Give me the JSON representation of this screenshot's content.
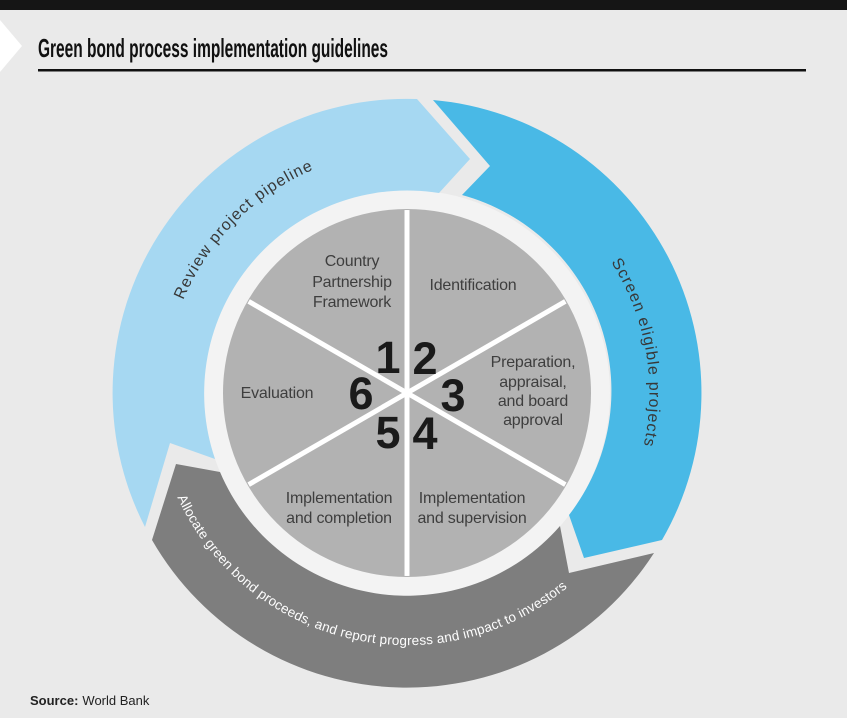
{
  "title": "Green bond process implementation guidelines",
  "source": {
    "label": "Source:",
    "value": "World Bank"
  },
  "colors": {
    "background": "#eaeaea",
    "top_bar": "#151515",
    "ring": "#f3f3f3",
    "wheel": "#b2b2b2",
    "arc_review": "#a6d8f2",
    "arc_screen": "#49b9e6",
    "arc_allocate": "#7e7e7e"
  },
  "diagram": {
    "outer_ring": [
      {
        "id": "review",
        "label": "Review project pipeline",
        "color": "#a6d8f2"
      },
      {
        "id": "screen",
        "label": "Screen eligible projects",
        "color": "#49b9e6"
      },
      {
        "id": "allocate",
        "label": "Allocate green bond proceeds, and report progress and impact to investors",
        "color": "#7e7e7e"
      }
    ],
    "wheel": {
      "segments": [
        {
          "number": "1",
          "lines": [
            "Country",
            "Partnership",
            "Framework"
          ]
        },
        {
          "number": "2",
          "lines": [
            "Identification"
          ]
        },
        {
          "number": "3",
          "lines": [
            "Preparation,",
            "appraisal,",
            "and board",
            "approval"
          ]
        },
        {
          "number": "4",
          "lines": [
            "Implementation",
            "and supervision"
          ]
        },
        {
          "number": "5",
          "lines": [
            "Implementation",
            "and completion"
          ]
        },
        {
          "number": "6",
          "lines": [
            "Evaluation"
          ]
        }
      ]
    }
  }
}
